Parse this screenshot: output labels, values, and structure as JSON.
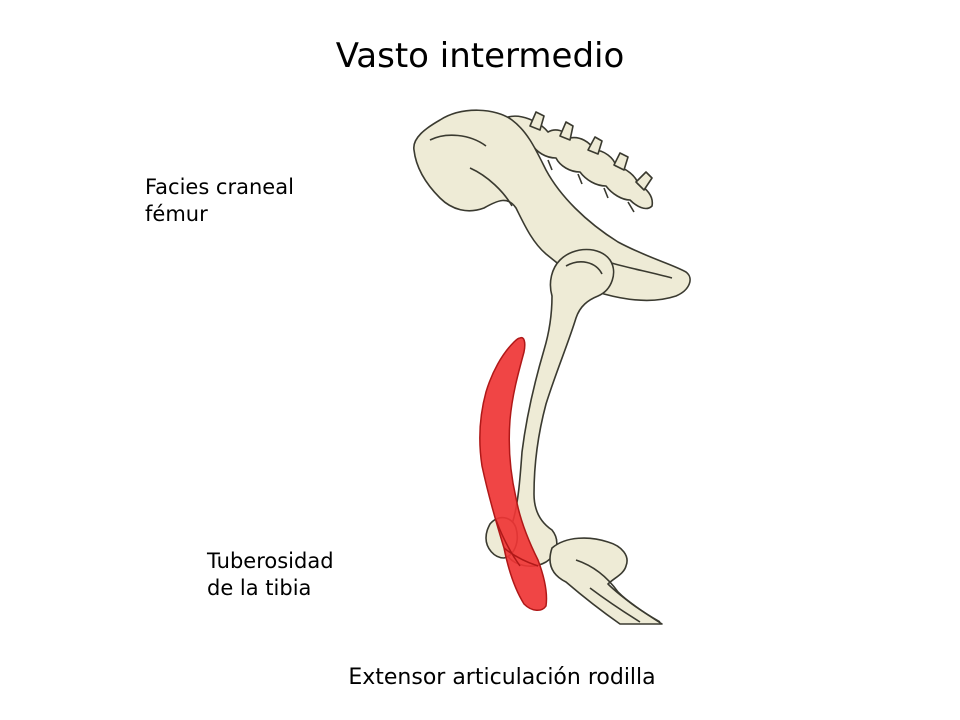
{
  "title": "Vasto intermedio",
  "labels": {
    "origin_line1": "Facies craneal",
    "origin_line2": "fémur",
    "insertion_line1": "Tuberosidad",
    "insertion_line2": "de la  tibia",
    "function": "Extensor articulación rodilla"
  },
  "figure": {
    "icons": [
      "pelvis-bone",
      "vertebrae",
      "femur-bone",
      "patella",
      "tibia-bone",
      "muscle-highlight"
    ],
    "colors": {
      "bone_fill": "#eeebd6",
      "bone_outline": "#3a3a30",
      "muscle_fill": "#ef3535",
      "muscle_outline": "#b01818",
      "background": "#ffffff"
    }
  }
}
